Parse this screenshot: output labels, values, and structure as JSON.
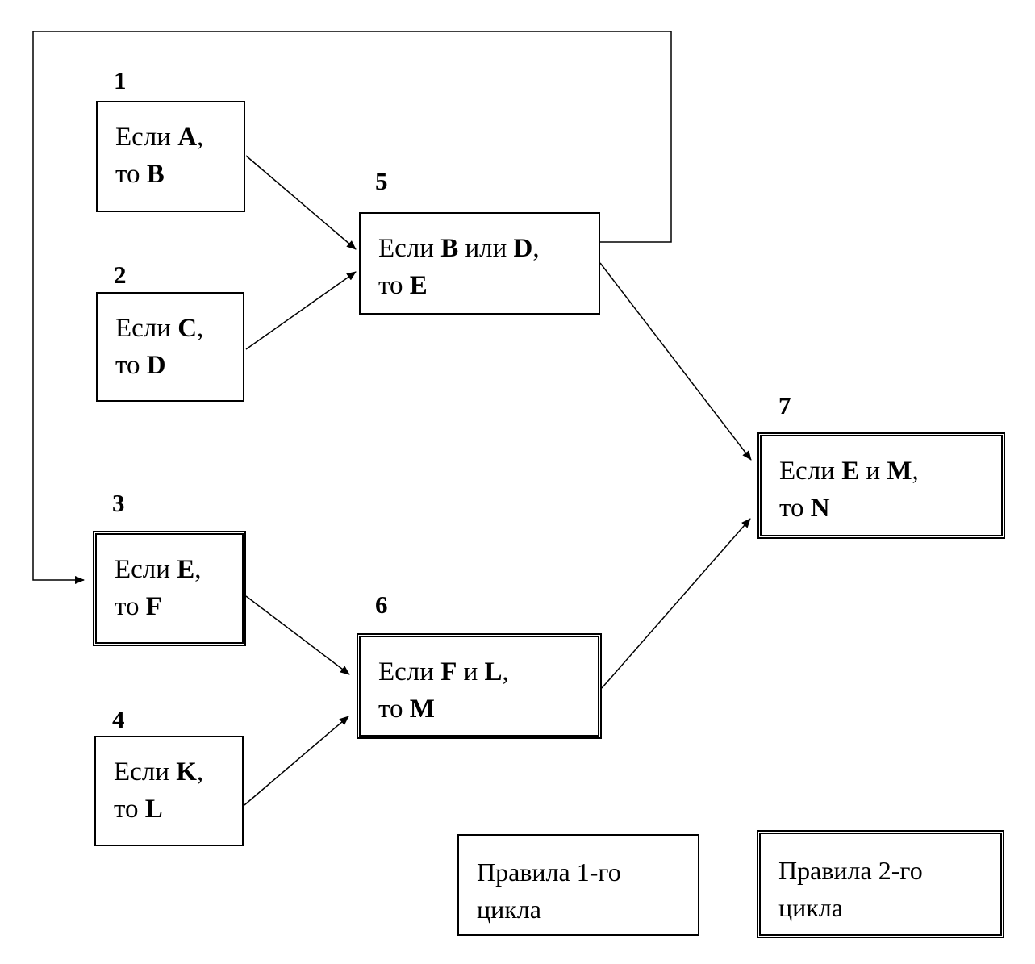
{
  "rules": [
    {
      "id": "1",
      "if_word": "Если",
      "then_word": "то",
      "cond": [
        "A"
      ],
      "op": "",
      "result": "B",
      "cycle": 1
    },
    {
      "id": "2",
      "if_word": "Если",
      "then_word": "то",
      "cond": [
        "C"
      ],
      "op": "",
      "result": "D",
      "cycle": 1
    },
    {
      "id": "3",
      "if_word": "Если",
      "then_word": "то",
      "cond": [
        "E"
      ],
      "op": "",
      "result": "F",
      "cycle": 2
    },
    {
      "id": "4",
      "if_word": "Если",
      "then_word": "то",
      "cond": [
        "K"
      ],
      "op": "",
      "result": "L",
      "cycle": 1
    },
    {
      "id": "5",
      "if_word": "Если",
      "then_word": "то",
      "cond": [
        "B",
        "D"
      ],
      "op": "или",
      "result": "E",
      "cycle": 1
    },
    {
      "id": "6",
      "if_word": "Если",
      "then_word": "то",
      "cond": [
        "F",
        "L"
      ],
      "op": "и",
      "result": "M",
      "cycle": 2
    },
    {
      "id": "7",
      "if_word": "Если",
      "then_word": "то",
      "cond": [
        "E",
        "M"
      ],
      "op": "и",
      "result": "N",
      "cycle": 2
    }
  ],
  "edges": [
    {
      "from": "1",
      "to": "5"
    },
    {
      "from": "2",
      "to": "5"
    },
    {
      "from": "5",
      "to": "3"
    },
    {
      "from": "5",
      "to": "7"
    },
    {
      "from": "3",
      "to": "6"
    },
    {
      "from": "4",
      "to": "6"
    },
    {
      "from": "6",
      "to": "7"
    }
  ],
  "legend": {
    "cycle1": {
      "line1": "Правила 1-го",
      "line2": "цикла"
    },
    "cycle2": {
      "line1": "Правила 2-го",
      "line2": "цикла"
    }
  }
}
